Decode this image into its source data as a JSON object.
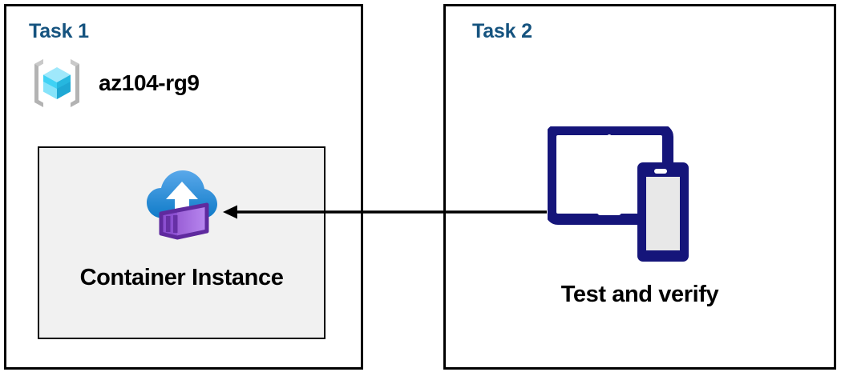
{
  "diagram": {
    "panels": [
      {
        "id": "task-1",
        "title": "Task 1",
        "resource_group": {
          "name": "az104-rg9",
          "icon": "azure-resource-group-icon"
        },
        "resource": {
          "label": "Container Instance",
          "icon": "azure-container-instance-icon"
        }
      },
      {
        "id": "task-2",
        "title": "Task 2",
        "resource": {
          "label": "Test and verify",
          "icon": "devices-tablet-phone-icon"
        }
      }
    ],
    "connector": {
      "name": "flow-arrow",
      "direction": "right-to-left",
      "from": "Test and verify",
      "to": "Container Instance"
    },
    "colors": {
      "title_blue": "#15537f",
      "panel_border": "#000000",
      "resource_box_fill": "#f1f1f1",
      "device_navy": "#15157a",
      "device_screen_grey": "#e8e8e8",
      "cloud_blue_light": "#54a7e8",
      "cloud_blue_dark": "#0f7bc8",
      "container_purple_light": "#b07ceb",
      "container_purple_mid": "#9a5fd6",
      "container_purple_dark": "#5f2a9e",
      "cube_cyan_light": "#9fe8fb",
      "cube_cyan": "#3fd2f5",
      "cube_cyan_dark": "#1fa8d4",
      "bracket_grey": "#b3b3b3",
      "arrow_black": "#000000"
    }
  }
}
